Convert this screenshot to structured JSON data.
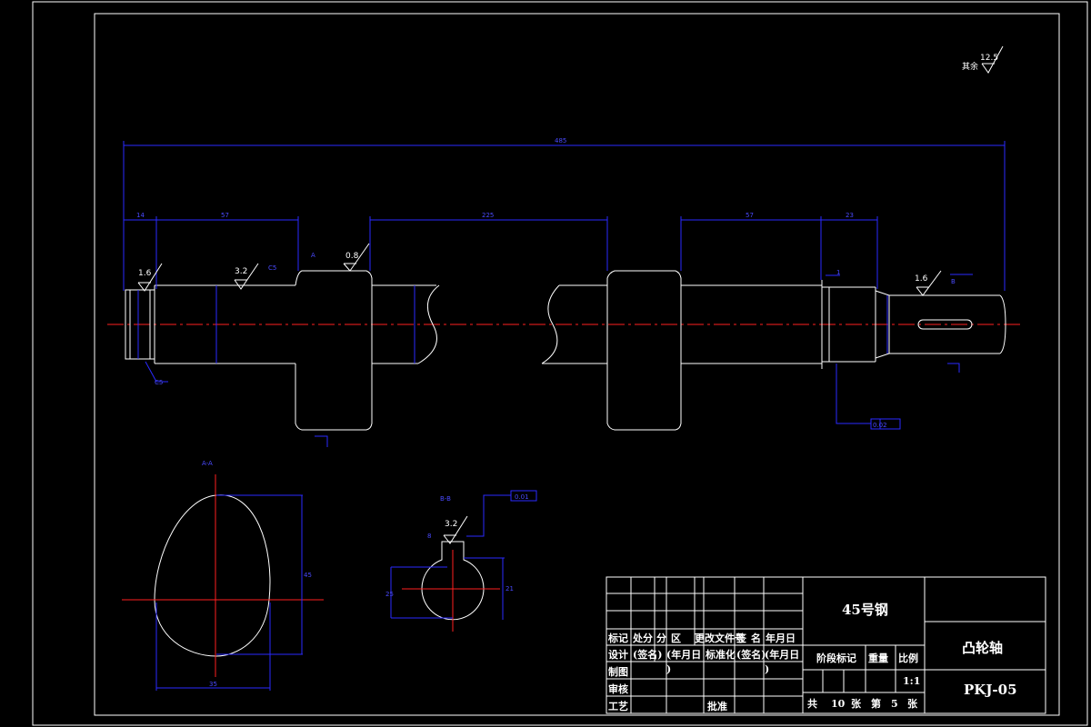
{
  "surface": {
    "roughness_other_label": "其余",
    "roughness_other_value": "12.5",
    "roughness_values": [
      "1.6",
      "3.2",
      "0.8",
      "1.6",
      "3.2"
    ]
  },
  "sections": {
    "a_label": "A-A",
    "b_label": "B-B"
  },
  "title_block": {
    "material": "45号钢",
    "part_name": "凸轮轴",
    "drawing_no": "PKJ-05",
    "header_cells": [
      "标记",
      "处分",
      "分",
      "区",
      "更改文件号",
      "签",
      "名",
      "年月日"
    ],
    "row_design": [
      "设计",
      "(签名)",
      "(年月日",
      ")",
      "标准化",
      "(签名)",
      "(年月日",
      ")"
    ],
    "row_draw": "制图",
    "row_check": "审核",
    "row_process": "工艺",
    "approve": "批准",
    "stage_label": "阶段标记",
    "weight_label": "重量",
    "scale_label": "比例",
    "scale_value": "1:1",
    "sheets": [
      "共",
      "10",
      "张",
      "第",
      "5",
      "张"
    ]
  },
  "colors": {
    "background": "#000000",
    "geometry": "#ffffff",
    "dimensions": "#2a2aff",
    "centerline": "#ff2020"
  }
}
